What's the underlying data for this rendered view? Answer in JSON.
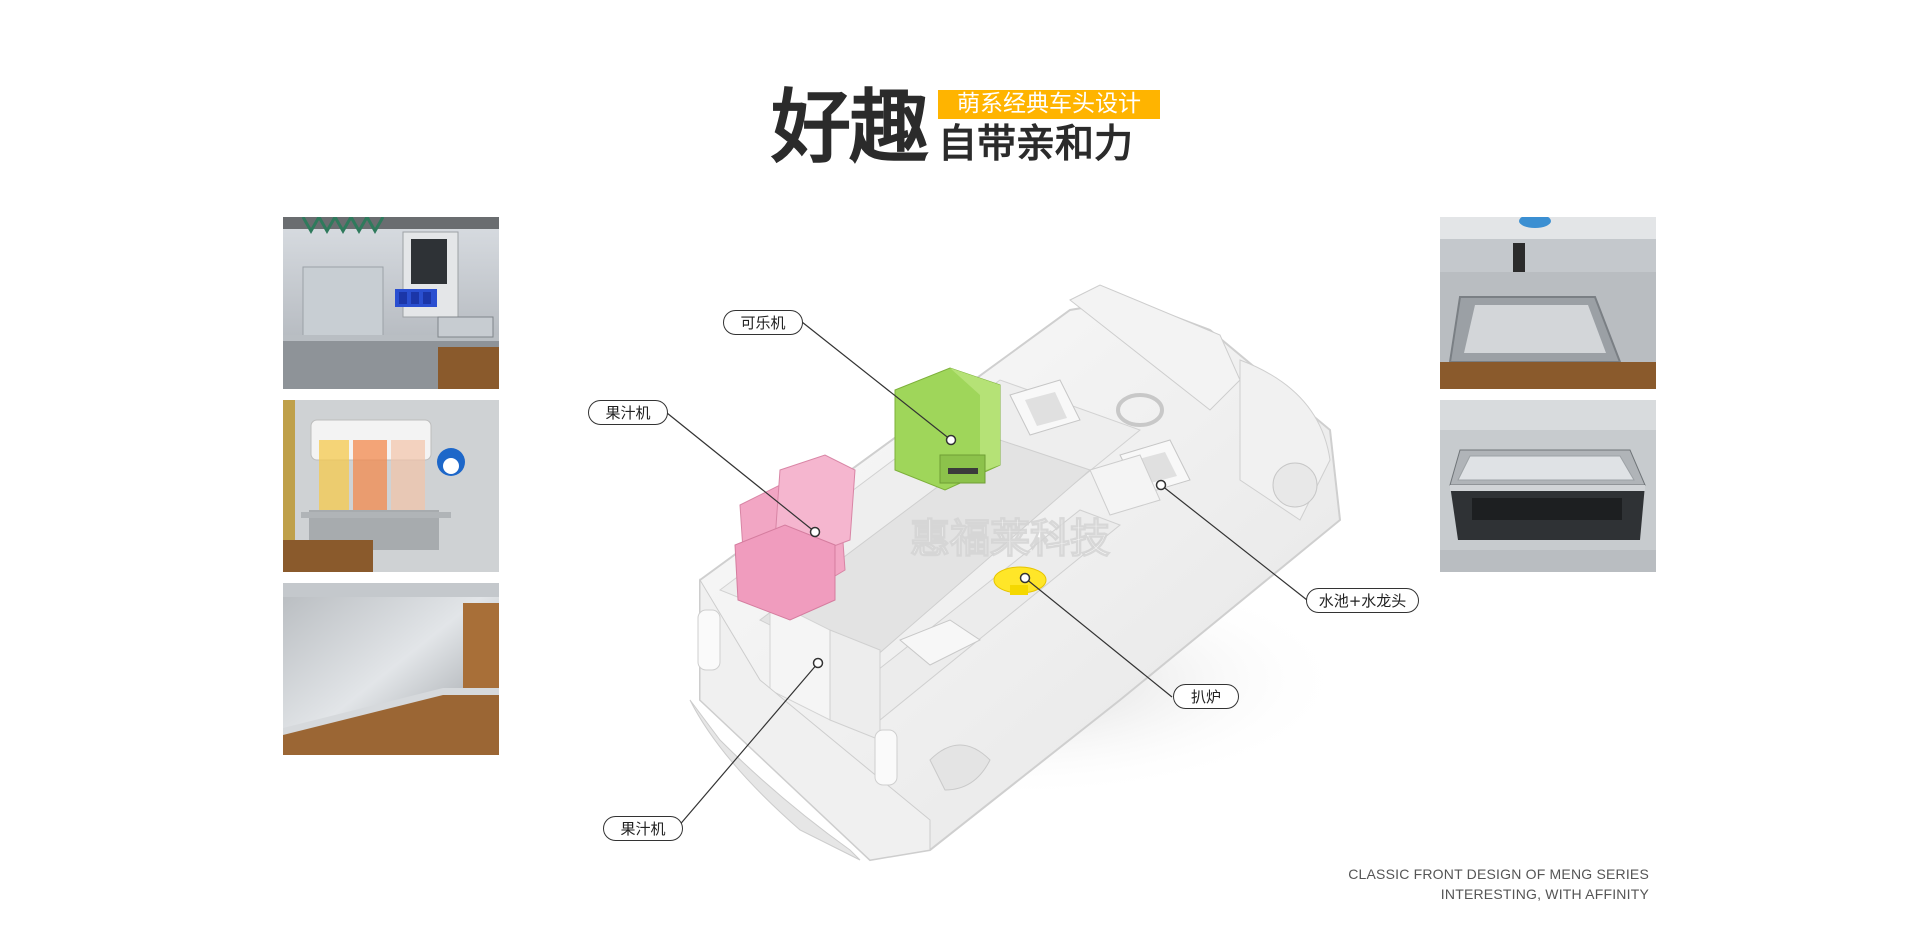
{
  "heading": {
    "big": "好趣",
    "badge": "萌系经典车头设计",
    "line2": "自带亲和力"
  },
  "callouts": {
    "cola": "可乐机",
    "juice_top": "果汁机",
    "sink_faucet": "水池+水龙头",
    "griddle": "扒炉",
    "juice_bottom": "果汁机"
  },
  "thumbnails": {
    "left": [
      {
        "depicts": "cola-dispenser-photo"
      },
      {
        "depicts": "juice-machine-photo"
      },
      {
        "depicts": "stainless-counter-photo"
      }
    ],
    "right": [
      {
        "depicts": "sink-faucet-photo"
      },
      {
        "depicts": "griddle-photo"
      }
    ]
  },
  "caption": {
    "line1": "CLASSIC FRONT DESIGN OF MENG SERIES",
    "line2": "INTERESTING, WITH AFFINITY"
  },
  "colors": {
    "accent": "#ffb400",
    "heading_text": "#2b2b2b",
    "cola_machine": "#9fd65a",
    "juice_machine": "#f2a6c4",
    "griddle": "#ffe628"
  }
}
